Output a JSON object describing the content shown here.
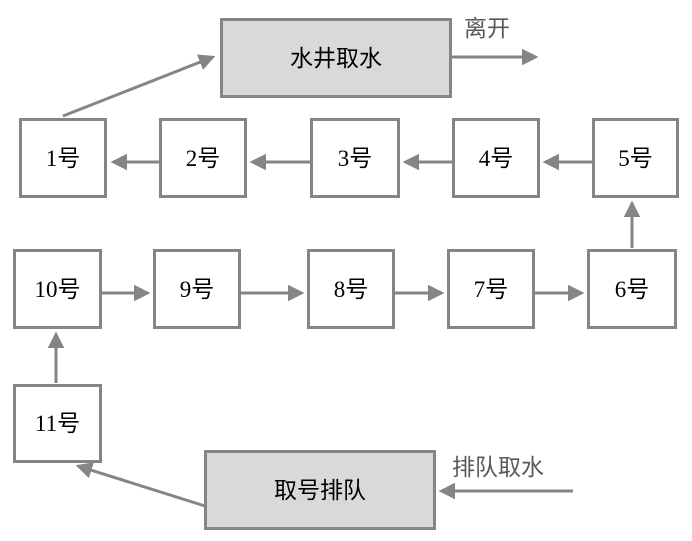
{
  "diagram": {
    "well_box_label": "水井取水",
    "entry_box_label": "取号排队",
    "leave_label": "离开",
    "enter_label": "排队取水",
    "positions": [
      "1号",
      "2号",
      "3号",
      "4号",
      "5号",
      "6号",
      "7号",
      "8号",
      "9号",
      "10号",
      "11号"
    ]
  },
  "colors": {
    "box_fill_gray": "#d9d9d9",
    "line_and_border": "#858585",
    "outside_label_text": "#595959",
    "box_text": "#000000",
    "background": "#ffffff"
  }
}
